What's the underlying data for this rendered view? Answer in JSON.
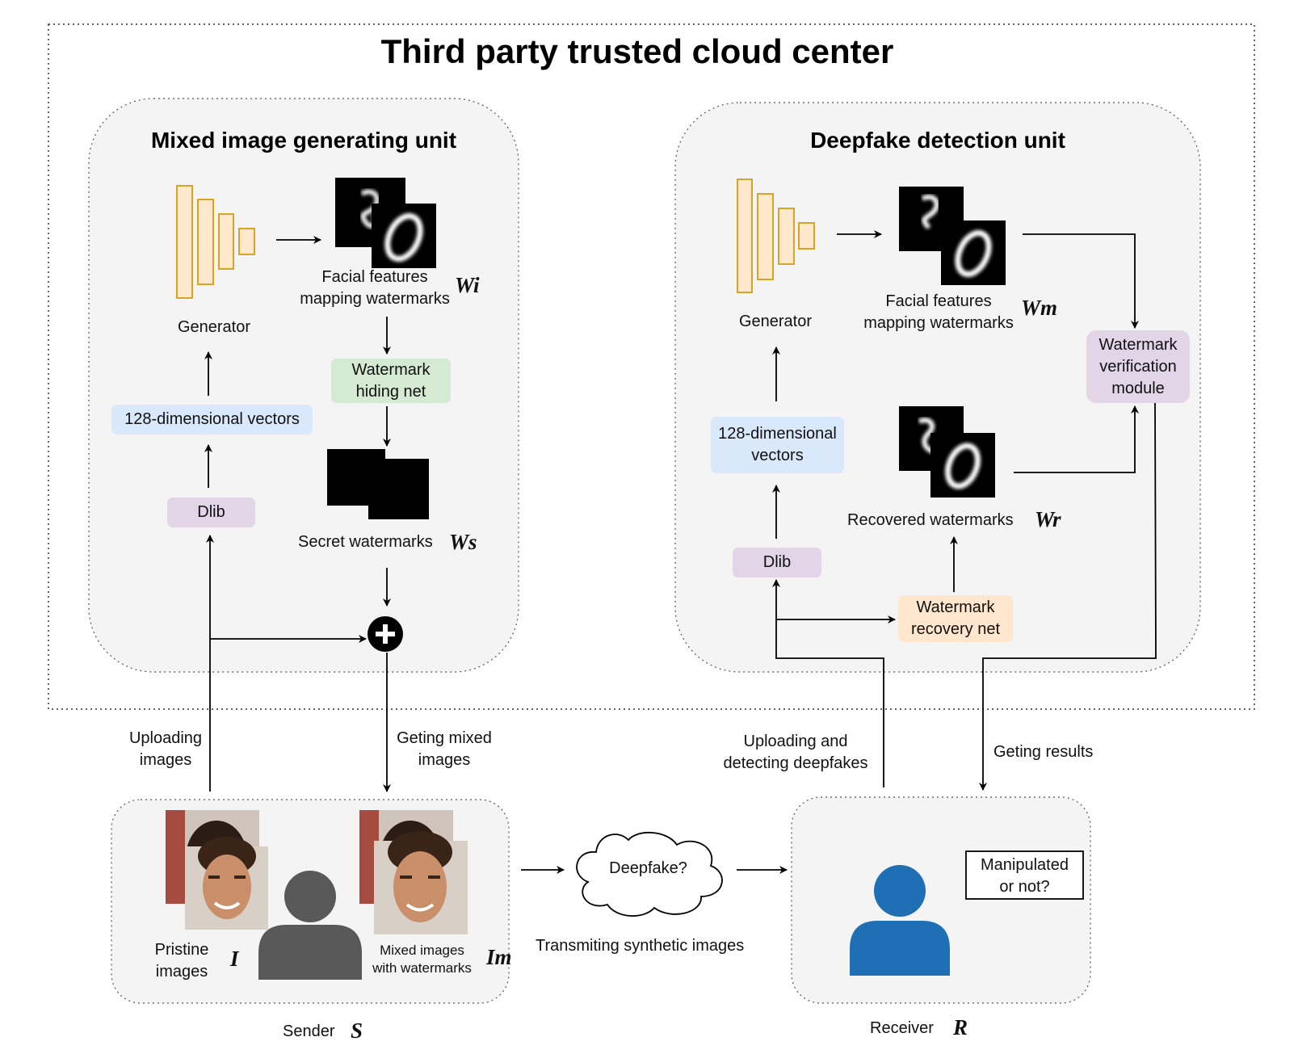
{
  "cloud": {
    "title": "Third party trusted cloud center"
  },
  "mixed_unit": {
    "title": "Mixed image generating unit",
    "generator_label": "Generator",
    "features_label_line1": "Facial features",
    "features_label_line2": "mapping watermarks",
    "features_symbol": "Wi",
    "hiding_net_line1": "Watermark",
    "hiding_net_line2": "hiding net",
    "vectors_label": "128-dimensional vectors",
    "dlib_label": "Dlib",
    "secret_label": "Secret watermarks",
    "secret_symbol": "Ws"
  },
  "detection_unit": {
    "title": "Deepfake detection unit",
    "generator_label": "Generator",
    "features_label_line1": "Facial features",
    "features_label_line2": "mapping watermarks",
    "features_symbol": "Wm",
    "verification_line1": "Watermark",
    "verification_line2": "verification",
    "verification_line3": "module",
    "vectors_line1": "128-dimensional",
    "vectors_line2": "vectors",
    "recovered_label": "Recovered watermarks",
    "recovered_symbol": "Wr",
    "dlib_label": "Dlib",
    "recovery_net_line1": "Watermark",
    "recovery_net_line2": "recovery net"
  },
  "flows": {
    "uploading_line1": "Uploading",
    "uploading_line2": "images",
    "getting_mixed_line1": "Geting mixed",
    "getting_mixed_line2": "images",
    "uploading_detect_line1": "Uploading and",
    "uploading_detect_line2": "detecting deepfakes",
    "getting_results": "Geting results",
    "transmitting": "Transmiting synthetic images",
    "deepfake_cloud": "Deepfake?"
  },
  "sender": {
    "pristine_line1": "Pristine",
    "pristine_line2": "images",
    "pristine_symbol": "I",
    "mixed_line1": "Mixed images",
    "mixed_line2": "with watermarks",
    "mixed_symbol": "Im",
    "label": "Sender",
    "symbol": "S"
  },
  "receiver": {
    "question_line1": "Manipulated",
    "question_line2": "or not?",
    "label": "Receiver",
    "symbol": "R"
  },
  "colors": {
    "generator_fill": "#ffe8cc",
    "generator_stroke": "#d9a426",
    "panel_fill": "#f4f4f4",
    "green_box": "#d5ead3",
    "blue_box": "#dae8fc",
    "purple_box": "#e1d5e7",
    "orange_box": "#ffe6cc",
    "sender_figure": "#595959",
    "receiver_figure": "#1f6fb5"
  }
}
